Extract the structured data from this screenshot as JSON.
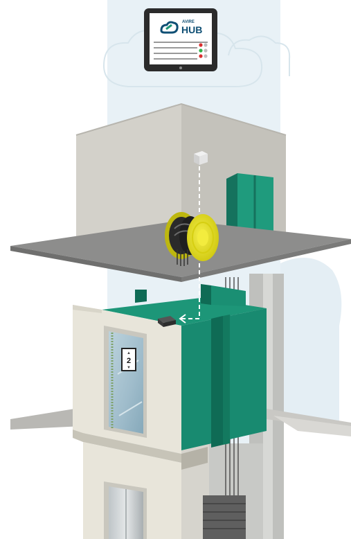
{
  "tablet": {
    "brand_top": "AVIRE",
    "brand_main": "HUB",
    "status_rows": [
      {
        "dots": [
          "#d93030",
          "#bdbdbd"
        ]
      },
      {
        "dots": [
          "#2fb34a",
          "#bdbdbd"
        ]
      },
      {
        "dots": [
          "#d93030",
          "#bdbdbd"
        ]
      }
    ]
  },
  "indicator": {
    "floor_number": "2"
  },
  "colors": {
    "shaft_wall": "#d4d2cb",
    "floor_slab": "#8e8e8e",
    "car_green": "#188a70",
    "sheave_yellow": "#e9e41b",
    "cloud_band": "#e6f0f6",
    "beige_wall": "#e9e6dc"
  }
}
